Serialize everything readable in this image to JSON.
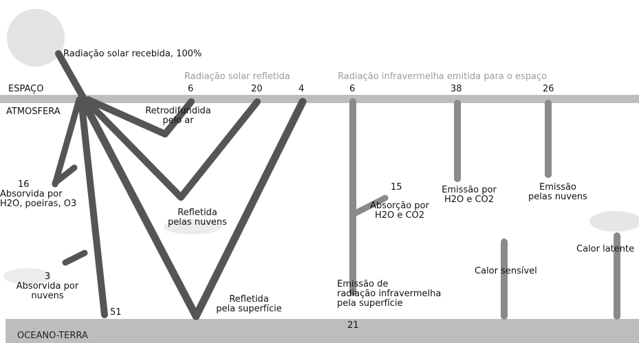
{
  "zones": {
    "space": "ESPAÇO",
    "atmosphere": "ATMOSFERA",
    "ocean_land": "OCEANO-TERRA"
  },
  "headers": {
    "incoming": "Radiação solar recebida, 100%",
    "reflected": "Radiação solar refletida",
    "infrared": "Radiação infravermelha emitida para o espaço"
  },
  "top_values": {
    "backscatter": "6",
    "cloud_reflect": "20",
    "surface_reflect": "4",
    "ir_surface": "6",
    "ir_gases": "38",
    "ir_clouds": "26"
  },
  "labels": {
    "backscatter_l1": "Retrodifundida",
    "backscatter_l2": "pelo ar",
    "absorbed_atm_value": "16",
    "absorbed_atm_l1": "Absorvida por",
    "absorbed_atm_l2": "H2O, poeiras, O3",
    "cloud_reflect_l1": "Refletida",
    "cloud_reflect_l2": "pelas nuvens",
    "absorbed_clouds_value": "3",
    "absorbed_clouds_l1": "Absorvida por",
    "absorbed_clouds_l2": "nuvens",
    "to_surface_value": "51",
    "surface_reflect_l1": "Refletida",
    "surface_reflect_l2": "pela superfície",
    "ir_absorbed_value": "15",
    "ir_absorbed_l1": "Absorção por",
    "ir_absorbed_l2": "H2O e CO2",
    "gas_emission_l1": "Emissão por",
    "gas_emission_l2": "H2O e CO2",
    "cloud_emission_l1": "Emissão",
    "cloud_emission_l2": "pelas nuvens",
    "latent_heat": "Calor latente",
    "sensible_heat": "Calor sensível",
    "surface_emission_l1": "Emissão de",
    "surface_emission_l2": "radiação infravermelha",
    "surface_emission_l3": "pela superfície",
    "surface_emission_value": "21"
  },
  "colors": {
    "solar_beam": "#555555",
    "infrared_beam": "#8a8a8a",
    "bands": "#bdbdbd",
    "muted_header": "#9a9a9a"
  }
}
